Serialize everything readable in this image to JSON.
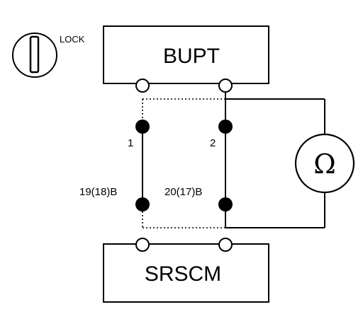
{
  "ignition": {
    "label": "LOCK"
  },
  "components": {
    "top_module": "BUPT",
    "bottom_module": "SRSCM"
  },
  "pins": {
    "p1": "1",
    "p2": "2",
    "p19": "19(18)B",
    "p20": "20(17)B"
  },
  "meter": {
    "symbol": "Ω"
  }
}
